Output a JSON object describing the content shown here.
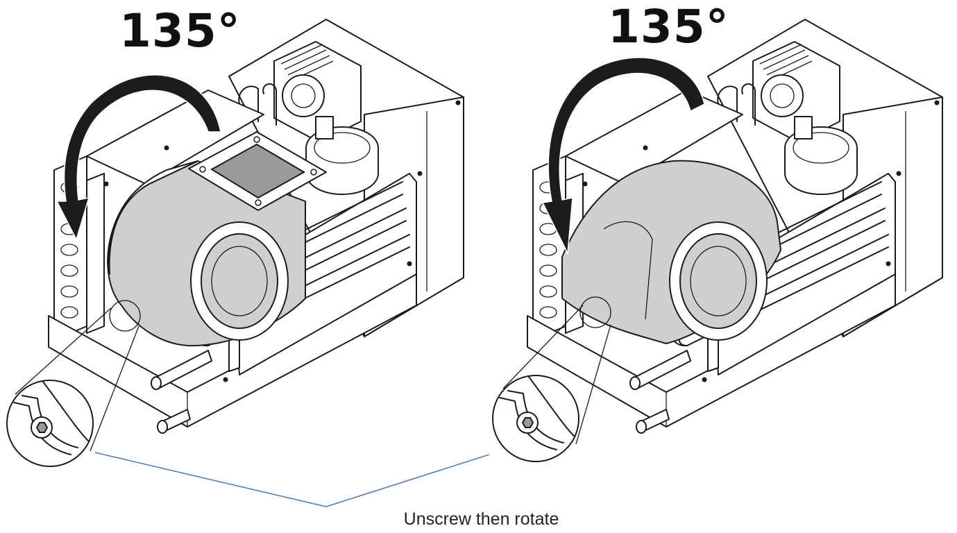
{
  "figures": [
    {
      "id": "before-rotation",
      "angle_label": "135°",
      "blower_outlet": "top"
    },
    {
      "id": "after-rotation",
      "angle_label": "135°",
      "blower_outlet": "side"
    }
  ],
  "caption": "Unscrew then rotate",
  "colors": {
    "line": "#1a1a1a",
    "blower_fill": "#cfcfcf",
    "leader_line": "#4f7fbf",
    "arrow_fill": "#1c1c1c"
  }
}
